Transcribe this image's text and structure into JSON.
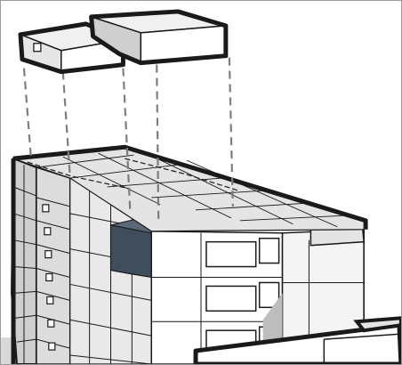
{
  "colors": {
    "background": "#ffffff",
    "outline": "#1a1a1a",
    "roof": "#e4e4e4",
    "shade": "#cfcfcf",
    "dark_shade": "#bdbdbd",
    "face": "#ffffff",
    "highlight": "#3f4d5c",
    "guide": "#7d7d7d",
    "frame": "#9a9a9a"
  },
  "modules": [
    {
      "name": "rooftop-module-left",
      "has_window": true
    },
    {
      "name": "rooftop-module-right",
      "has_window": false
    }
  ],
  "building": {
    "highlighted_unit": "dark-shaded-apartment",
    "guide_style": "dashed-gray"
  }
}
